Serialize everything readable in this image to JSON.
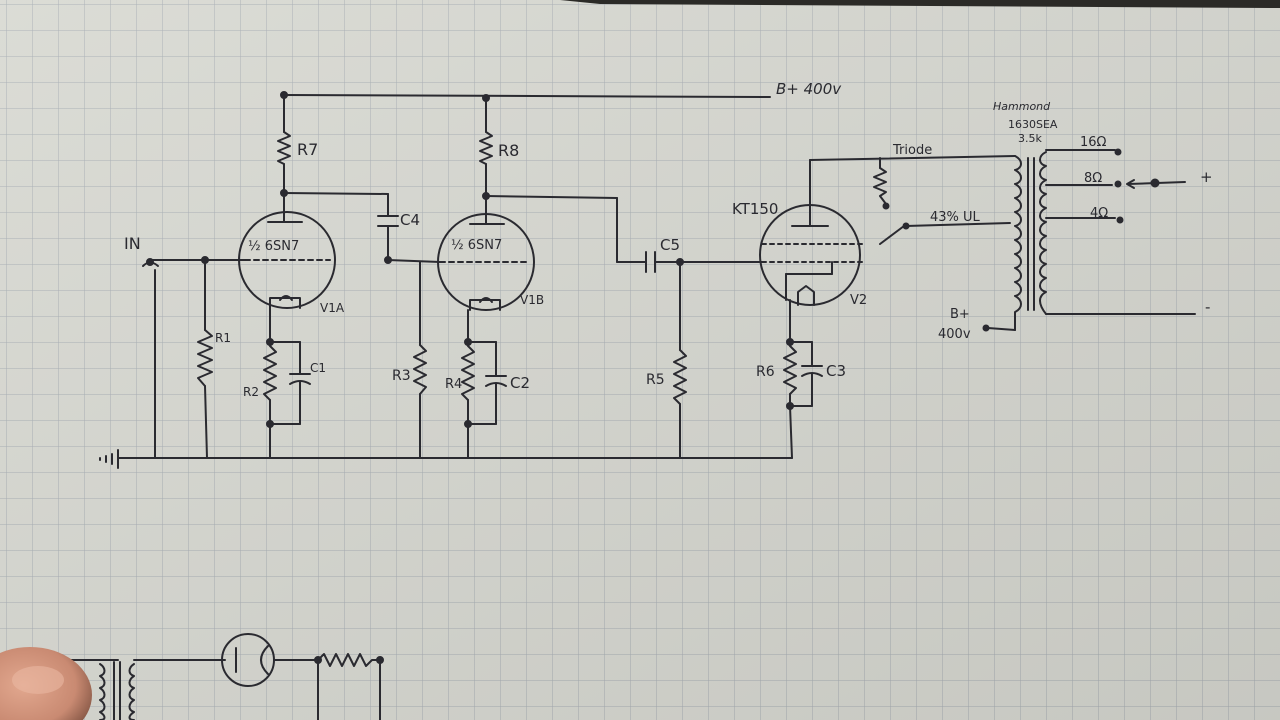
{
  "labels": {
    "b_plus_top": "B+ 400v",
    "input": "IN",
    "r7": "R7",
    "r8": "R8",
    "c4": "C4",
    "v1a_type": "½ 6SN7",
    "v1b_type": "½ 6SN7",
    "v1a_name": "V1A",
    "v1b_name": "V1B",
    "r1": "R1",
    "r2": "R2",
    "c1": "C1",
    "r3": "R3",
    "r4": "R4",
    "c2": "C2",
    "c5": "C5",
    "r5": "R5",
    "v2_type": "KT150",
    "v2_name": "V2",
    "r6": "R6",
    "c3": "C3",
    "triode": "Triode",
    "ul": "43% UL",
    "b_plus_right_1": "B+",
    "b_plus_right_2": "400v",
    "transformer_brand": "Hammond",
    "transformer_model": "1630SEA",
    "transformer_imp": "3.5k",
    "tap_16": "16Ω",
    "tap_8": "8Ω",
    "tap_4": "4Ω",
    "plus": "+",
    "minus": "-"
  },
  "colors": {
    "paper": "#d8d9d2",
    "grid": "#a7adb3",
    "ink": "#2a2a30",
    "shadow_top": "#2b2a27",
    "finger": "#c98a72"
  }
}
